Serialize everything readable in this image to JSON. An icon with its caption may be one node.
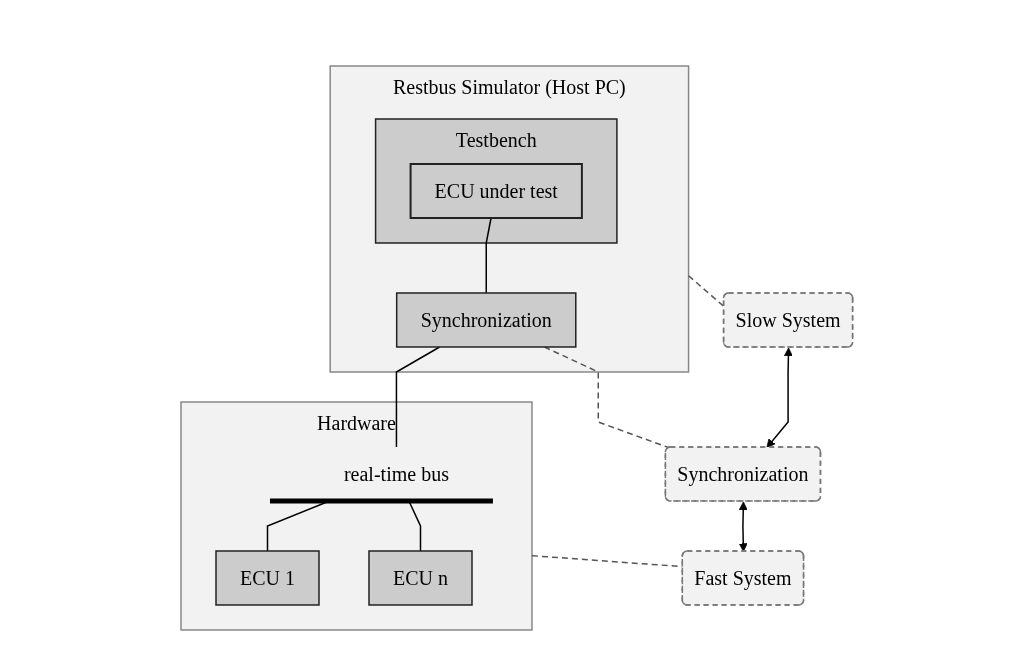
{
  "diagram": {
    "nodes": [
      {
        "text": [
          "Restbus Simulator (Host PC)"
        ]
      },
      {
        "text": [
          "Testbench"
        ],
        "in": 0
      },
      {
        "text": [
          "ECU under test"
        ],
        "in": 1
      },
      {
        "text": [
          "Synchronization"
        ],
        "in": 0
      },
      {
        "text": [
          "Hardware"
        ]
      },
      {
        "text": [
          "real-time bus"
        ],
        "in": 4
      },
      {
        "text": [
          "ECU 1"
        ],
        "in": 4
      },
      {
        "text": [
          "ECU n"
        ],
        "in": 4
      },
      {
        "text": [
          "Slow System"
        ]
      },
      {
        "text": [
          "Synchronization"
        ]
      },
      {
        "text": [
          "Fast System"
        ]
      }
    ],
    "edges": [
      {
        "from": 2,
        "to": 3,
        "arrow": "none"
      },
      {
        "from": 3,
        "to": 5,
        "arrow": "none"
      },
      {
        "from": 5,
        "to": 6,
        "arrow": "none"
      },
      {
        "from": 5,
        "to": 7,
        "arrow": "none"
      },
      {
        "from": 0,
        "to": 8,
        "arrow": "none",
        "style": "dashed",
        "color": "#555555"
      },
      {
        "from": 3,
        "to": 9,
        "arrow": "none",
        "style": "dashed",
        "color": "#555555"
      },
      {
        "from": 4,
        "to": 10,
        "arrow": "none",
        "style": "dashed",
        "color": "#555555"
      },
      {
        "from": 8,
        "to": 9,
        "arrow": "both"
      },
      {
        "from": 9,
        "to": 10,
        "arrow": "both"
      }
    ]
  }
}
